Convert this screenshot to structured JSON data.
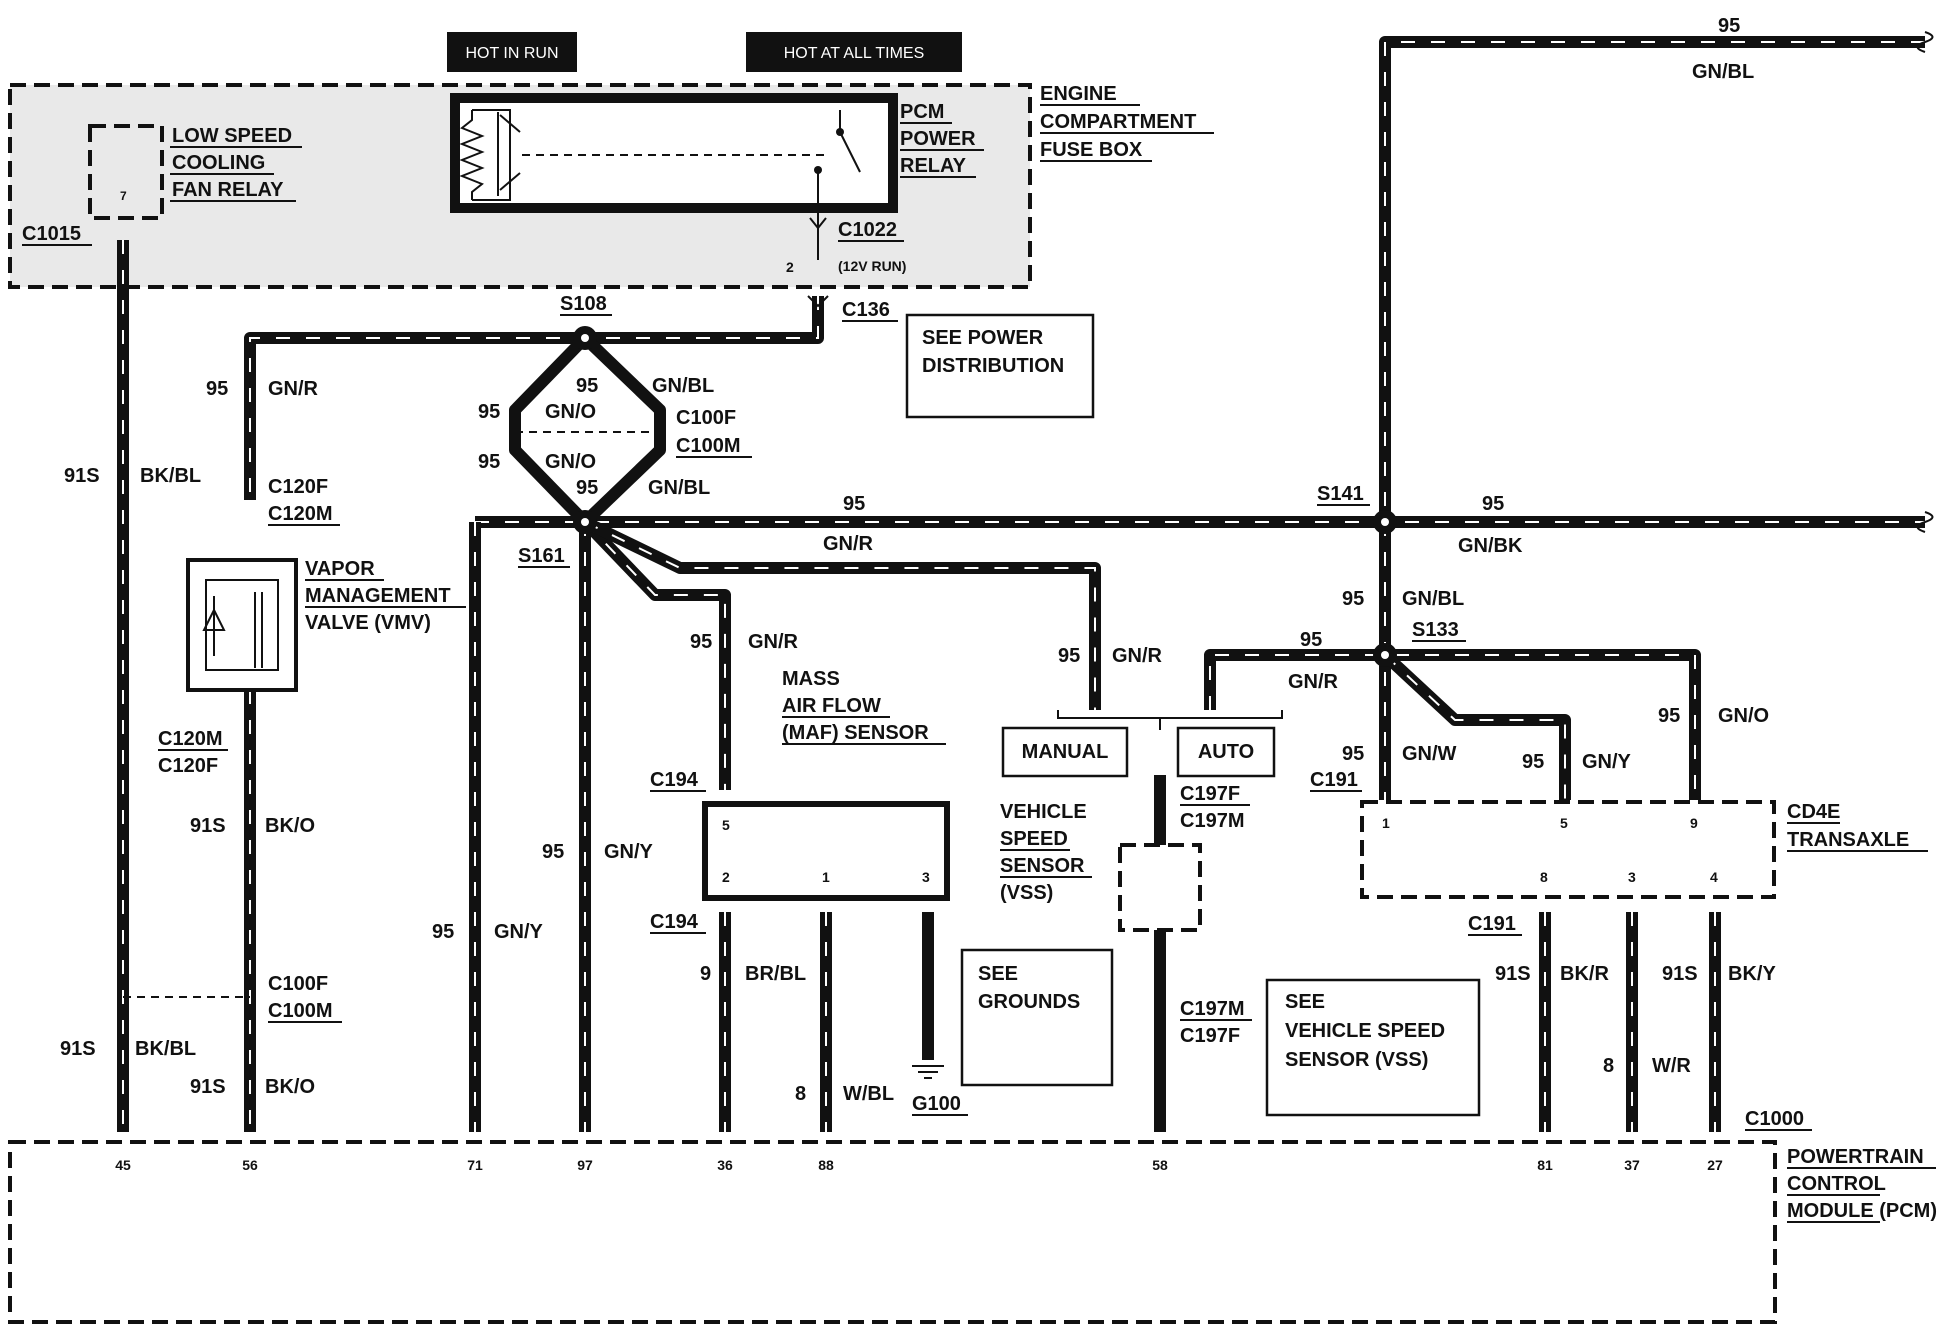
{
  "headers": {
    "hot_in_run": "HOT IN RUN",
    "hot_at_all_times": "HOT AT ALL TIMES"
  },
  "components": {
    "fuse_box": [
      "ENGINE",
      "COMPARTMENT",
      "FUSE BOX"
    ],
    "cooling_relay": [
      "LOW SPEED",
      "COOLING",
      "FAN RELAY"
    ],
    "cooling_relay_pin": "7",
    "pcm_relay": [
      "PCM",
      "POWER",
      "RELAY"
    ],
    "vmv": [
      "VAPOR",
      "MANAGEMENT",
      "VALVE (VMV)"
    ],
    "maf": [
      "MASS",
      "AIR FLOW",
      "(MAF) SENSOR"
    ],
    "vss": [
      "VEHICLE",
      "SPEED",
      "SENSOR",
      "(VSS)"
    ],
    "transaxle": [
      "CD4E",
      "TRANSAXLE"
    ],
    "pcm": [
      "POWERTRAIN",
      "CONTROL",
      "MODULE (PCM)"
    ],
    "manual": "MANUAL",
    "auto": "AUTO"
  },
  "notes": {
    "power": [
      "SEE POWER",
      "DISTRIBUTION"
    ],
    "grounds": [
      "SEE",
      "GROUNDS"
    ],
    "vss": [
      "SEE",
      "VEHICLE SPEED",
      "SENSOR (VSS)"
    ]
  },
  "connectors": {
    "c1015": "C1015",
    "c1022": "C1022",
    "c1022_note": "(12V RUN)",
    "c1022_pin": "2",
    "c136": "C136",
    "c100f": "C100F",
    "c100m": "C100M",
    "c120f": "C120F",
    "c120m": "C120M",
    "c194": "C194",
    "c197f": "C197F",
    "c197m": "C197M",
    "c191": "C191",
    "c1000": "C1000",
    "g100": "G100"
  },
  "splices": {
    "s108": "S108",
    "s161": "S161",
    "s141": "S141",
    "s133": "S133"
  },
  "circuits": {
    "c95": "95",
    "c91s": "91S",
    "c9": "9",
    "c8": "8",
    "gn_r": "GN/R",
    "gn_bl": "GN/BL",
    "gn_o": "GN/O",
    "gn_y": "GN/Y",
    "gn_bk": "GN/BK",
    "gn_w": "GN/W",
    "bk_bl": "BK/BL",
    "bk_o": "BK/O",
    "bk_r": "BK/R",
    "bk_y": "BK/Y",
    "br_bl": "BR/BL",
    "w_bl": "W/BL",
    "w_r": "W/R"
  },
  "maf_pins": [
    "5",
    "2",
    "1",
    "3"
  ],
  "transaxle_pins": [
    "1",
    "5",
    "9",
    "8",
    "3",
    "4"
  ],
  "pcm_pins": [
    "45",
    "56",
    "71",
    "97",
    "36",
    "88",
    "58",
    "81",
    "37",
    "27"
  ]
}
